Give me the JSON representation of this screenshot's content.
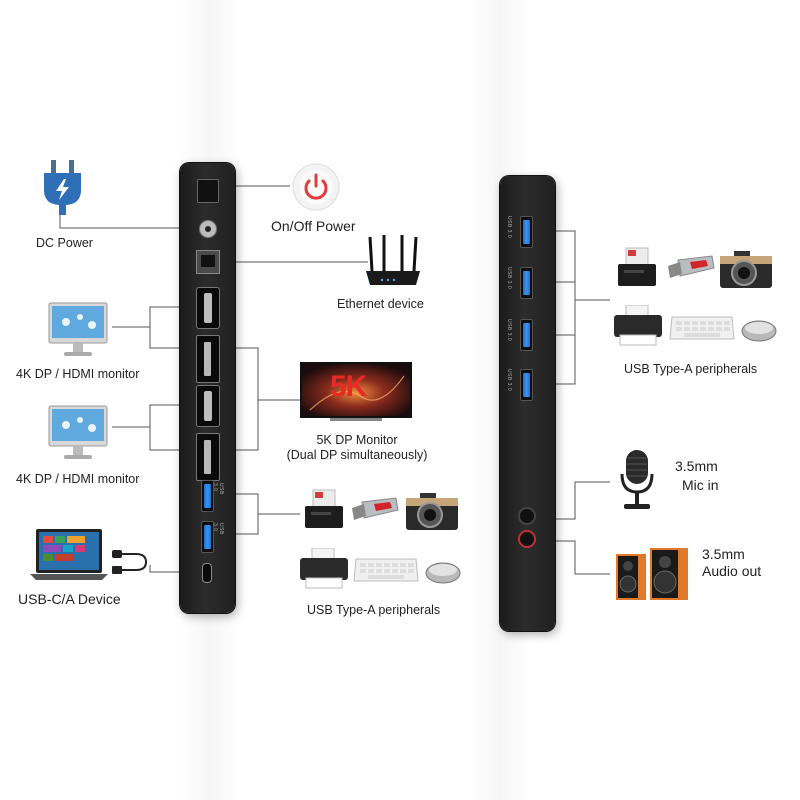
{
  "left_labels": {
    "dc_power": "DC Power",
    "on_off_power": "On/Off Power",
    "ethernet_device": "Ethernet device",
    "monitor_1": "4K DP / HDMI monitor",
    "monitor_2": "4K DP / HDMI monitor",
    "monitor_5k_title": "5K DP Monitor",
    "monitor_5k_sub": "(Dual DP simultaneously)",
    "monitor_5k_badge": "5K",
    "usb_c_device": "USB-C/A Device",
    "usb_a_peripherals": "USB Type-A peripherals"
  },
  "right_labels": {
    "usb_a_peripherals": "USB Type-A peripherals",
    "mic_size": "3.5mm",
    "mic_label": "Mic in",
    "audio_size": "3.5mm",
    "audio_label": "Audio out"
  },
  "dock_port_labels": {
    "usb": "USB 3.0"
  },
  "colors": {
    "dock": "#232323",
    "usb_blue": "#2f80e0",
    "power_red": "#e23b3b",
    "line": "#555555"
  },
  "icons": [
    "plug-icon",
    "power-button-icon",
    "router-icon",
    "monitor-icon",
    "tv-5k-icon",
    "laptop-icon",
    "cable-icon",
    "hdd-dock-icon",
    "usb-stick-icon",
    "camera-icon",
    "printer-icon",
    "keyboard-icon",
    "mouse-icon",
    "microphone-icon",
    "speakers-icon"
  ]
}
